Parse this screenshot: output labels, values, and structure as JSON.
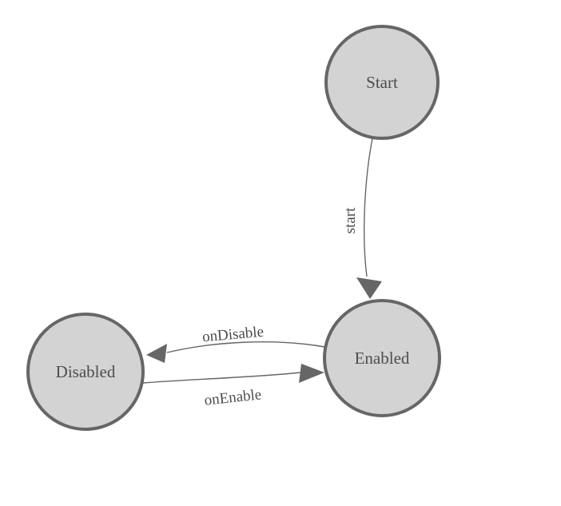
{
  "diagram": {
    "type": "state-machine",
    "colors": {
      "background": "#ffffff",
      "node_fill": "#d3d3d3",
      "node_stroke": "#666666",
      "edge_stroke": "#666666",
      "arrow_fill": "#666666",
      "text": "#4d4d4d"
    },
    "nodes": [
      {
        "id": "start",
        "label": "Start"
      },
      {
        "id": "enabled",
        "label": "Enabled"
      },
      {
        "id": "disabled",
        "label": "Disabled"
      }
    ],
    "edges": [
      {
        "from": "start",
        "to": "enabled",
        "label": "start"
      },
      {
        "from": "enabled",
        "to": "disabled",
        "label": "onDisable"
      },
      {
        "from": "disabled",
        "to": "enabled",
        "label": "onEnable"
      }
    ]
  }
}
